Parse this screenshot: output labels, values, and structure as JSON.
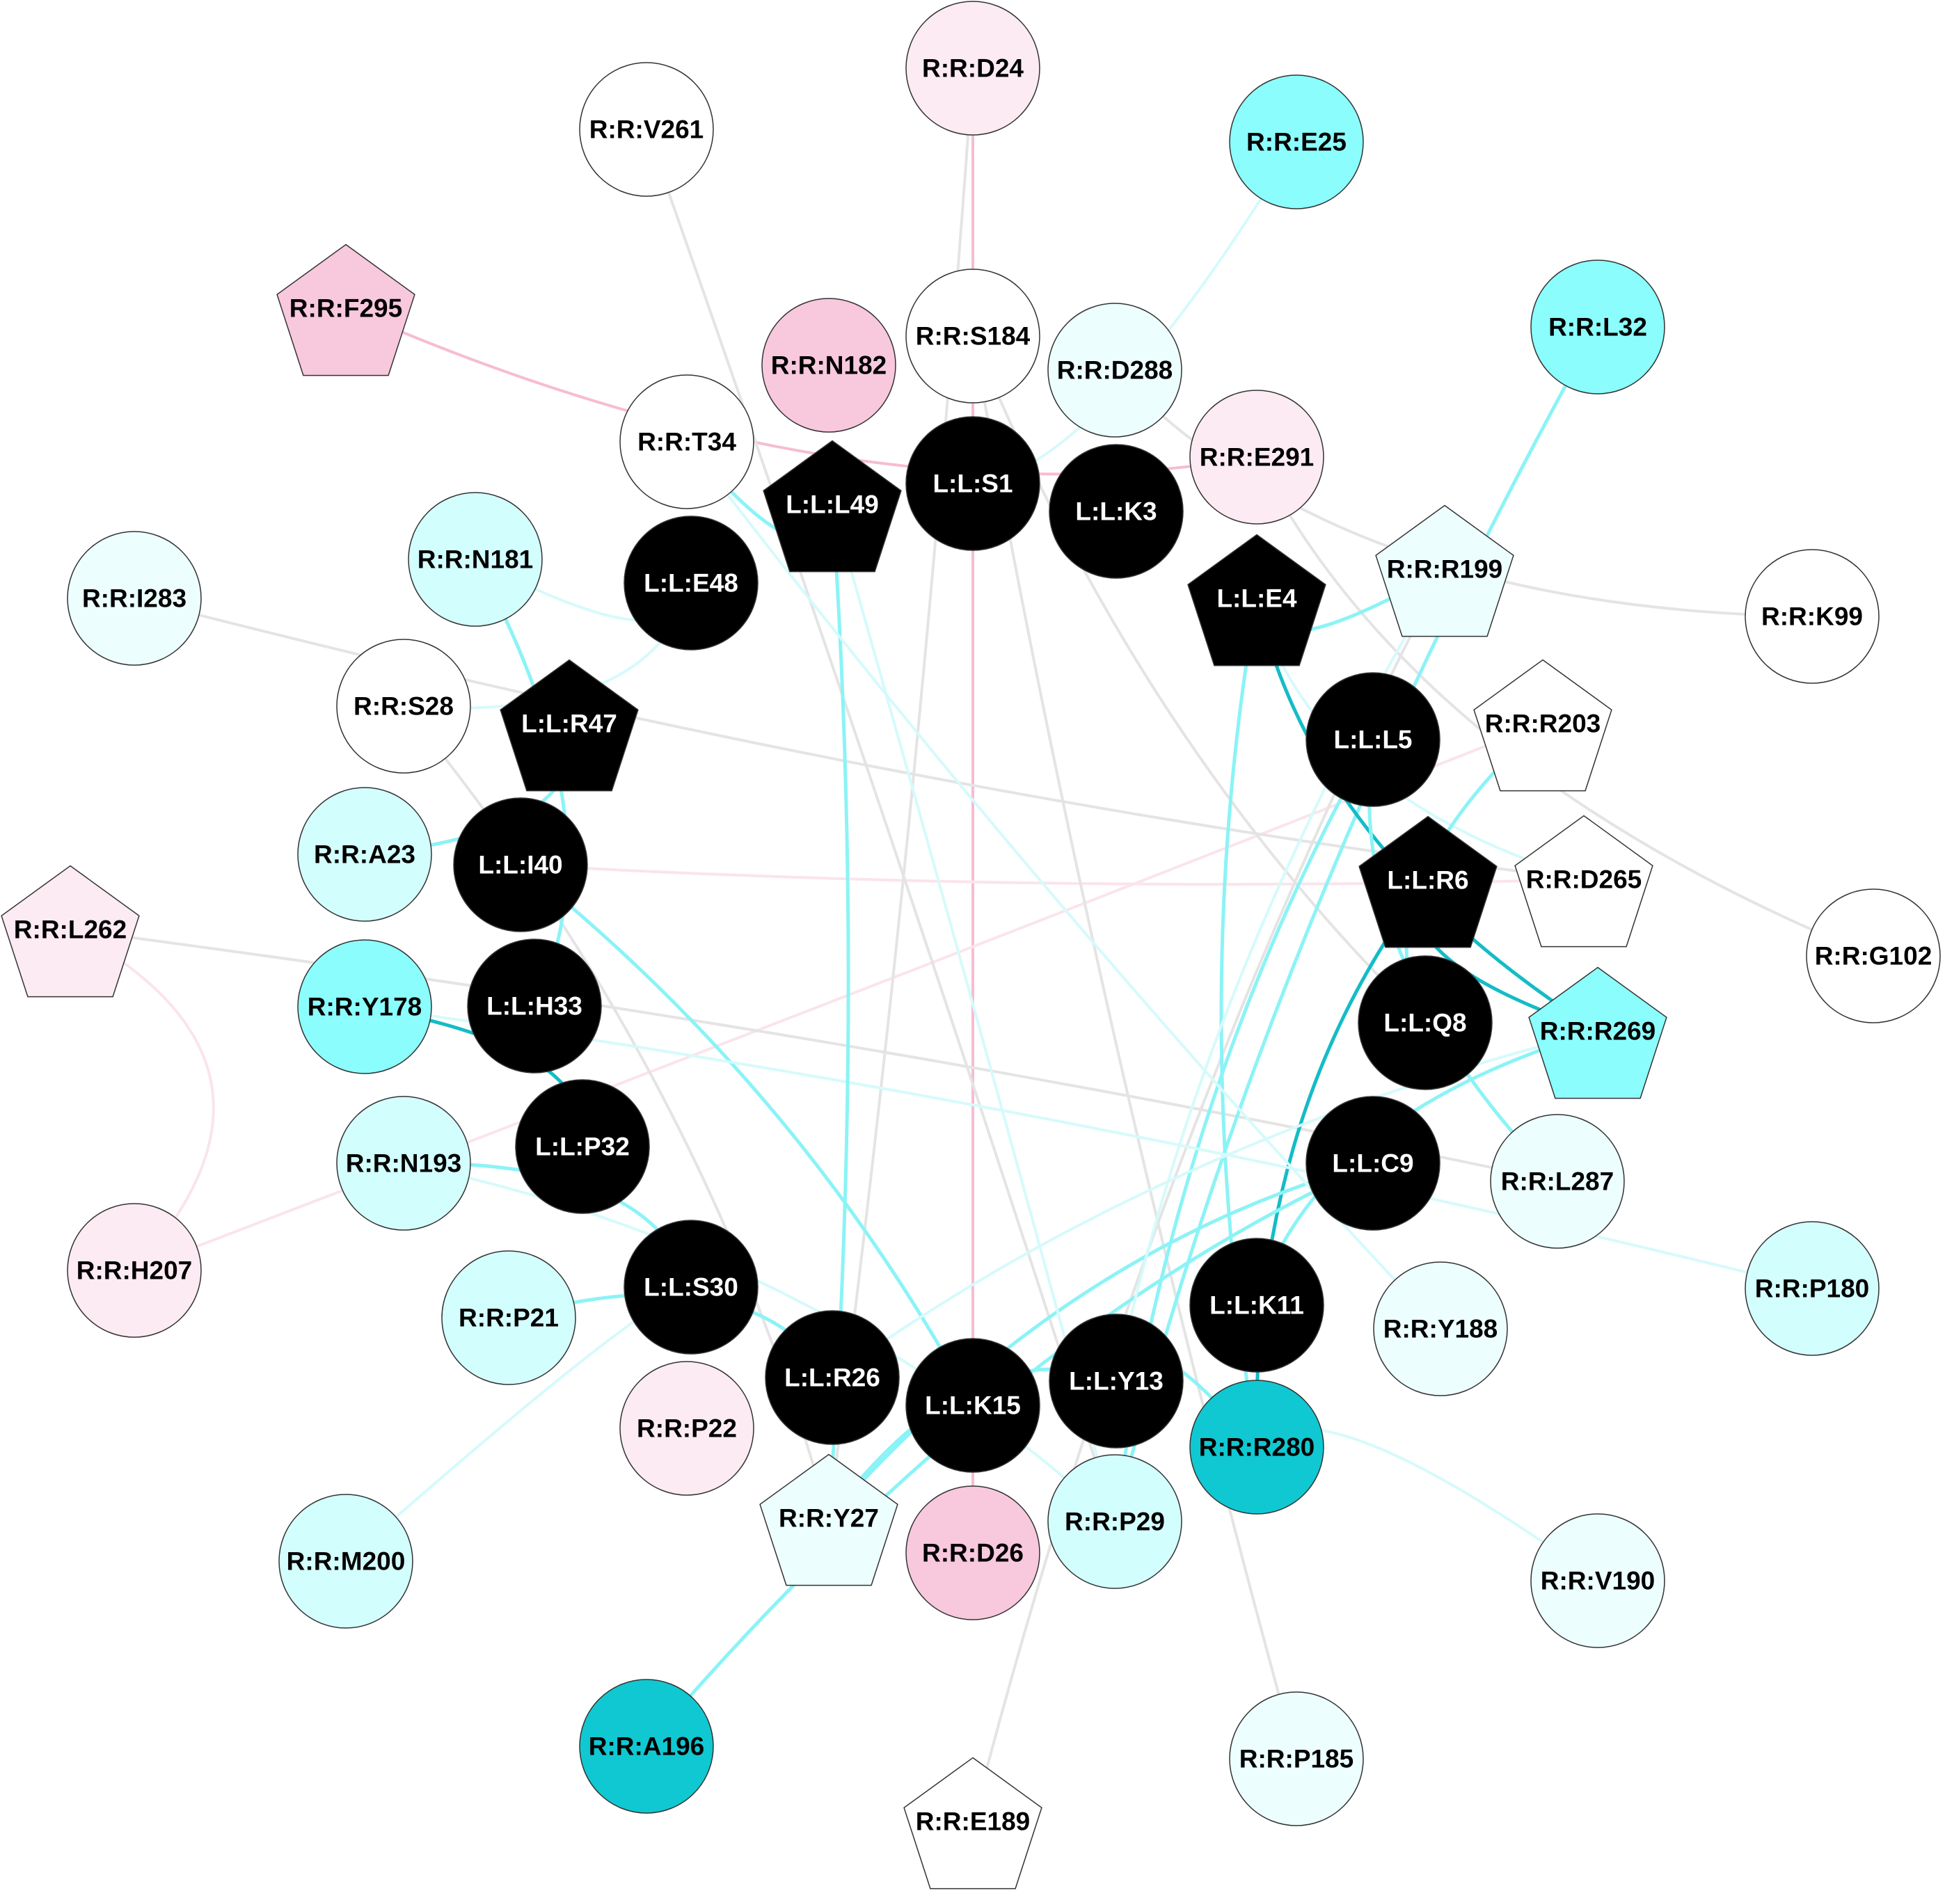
{
  "colors": {
    "black": "#000000",
    "white": "#ffffff",
    "cyan_strong": "#8bfdfd",
    "cyan_pale": "#d3fefe",
    "cyan_faint": "#ecfefe",
    "teal": "#10c8d2",
    "pink": "#f8c8dc",
    "pink_pale": "#fcebf2",
    "edge_gray": "#e4e4e4",
    "edge_cyan": "#8bf3f6",
    "edge_cyan_faint": "#d6fafb",
    "edge_teal": "#14bcc6",
    "edge_pink": "#f6bcd2",
    "edge_pink_faint": "#fbe4ec"
  },
  "nodes": [
    {
      "id": "L:L:S1",
      "label": "L:L:S1",
      "shape": "circle",
      "fill": "black",
      "text": "white"
    },
    {
      "id": "L:L:K3",
      "label": "L:L:K3",
      "shape": "circle",
      "fill": "black",
      "text": "white"
    },
    {
      "id": "L:L:E4",
      "label": "L:L:E4",
      "shape": "pentagon",
      "fill": "black",
      "text": "white"
    },
    {
      "id": "L:L:L5",
      "label": "L:L:L5",
      "shape": "circle",
      "fill": "black",
      "text": "white"
    },
    {
      "id": "L:L:R6",
      "label": "L:L:R6",
      "shape": "pentagon",
      "fill": "black",
      "text": "white"
    },
    {
      "id": "L:L:Q8",
      "label": "L:L:Q8",
      "shape": "circle",
      "fill": "black",
      "text": "white"
    },
    {
      "id": "L:L:C9",
      "label": "L:L:C9",
      "shape": "circle",
      "fill": "black",
      "text": "white"
    },
    {
      "id": "L:L:K11",
      "label": "L:L:K11",
      "shape": "circle",
      "fill": "black",
      "text": "white"
    },
    {
      "id": "L:L:Y13",
      "label": "L:L:Y13",
      "shape": "circle",
      "fill": "black",
      "text": "white"
    },
    {
      "id": "L:L:K15",
      "label": "L:L:K15",
      "shape": "circle",
      "fill": "black",
      "text": "white"
    },
    {
      "id": "L:L:R26",
      "label": "L:L:R26",
      "shape": "circle",
      "fill": "black",
      "text": "white"
    },
    {
      "id": "L:L:S30",
      "label": "L:L:S30",
      "shape": "circle",
      "fill": "black",
      "text": "white"
    },
    {
      "id": "L:L:P32",
      "label": "L:L:P32",
      "shape": "circle",
      "fill": "black",
      "text": "white"
    },
    {
      "id": "L:L:H33",
      "label": "L:L:H33",
      "shape": "circle",
      "fill": "black",
      "text": "white"
    },
    {
      "id": "L:L:I40",
      "label": "L:L:I40",
      "shape": "circle",
      "fill": "black",
      "text": "white"
    },
    {
      "id": "L:L:R47",
      "label": "L:L:R47",
      "shape": "pentagon",
      "fill": "black",
      "text": "white"
    },
    {
      "id": "L:L:E48",
      "label": "L:L:E48",
      "shape": "circle",
      "fill": "black",
      "text": "white"
    },
    {
      "id": "L:L:L49",
      "label": "L:L:L49",
      "shape": "pentagon",
      "fill": "black",
      "text": "white"
    },
    {
      "id": "R:R:D24",
      "label": "R:R:D24",
      "shape": "circle",
      "fill": "pink_pale",
      "text": "black"
    },
    {
      "id": "R:R:V261",
      "label": "R:R:V261",
      "shape": "circle",
      "fill": "white",
      "text": "black"
    },
    {
      "id": "R:R:E25",
      "label": "R:R:E25",
      "shape": "circle",
      "fill": "cyan_strong",
      "text": "black"
    },
    {
      "id": "R:R:F295",
      "label": "R:R:F295",
      "shape": "pentagon",
      "fill": "pink",
      "text": "black"
    },
    {
      "id": "R:R:L32",
      "label": "R:R:L32",
      "shape": "circle",
      "fill": "cyan_strong",
      "text": "black"
    },
    {
      "id": "R:R:N182",
      "label": "R:R:N182",
      "shape": "circle",
      "fill": "pink",
      "text": "black"
    },
    {
      "id": "R:R:S184",
      "label": "R:R:S184",
      "shape": "circle",
      "fill": "white",
      "text": "black"
    },
    {
      "id": "R:R:D288",
      "label": "R:R:D288",
      "shape": "circle",
      "fill": "cyan_faint",
      "text": "black"
    },
    {
      "id": "R:R:T34",
      "label": "R:R:T34",
      "shape": "circle",
      "fill": "white",
      "text": "black"
    },
    {
      "id": "R:R:E291",
      "label": "R:R:E291",
      "shape": "circle",
      "fill": "pink_pale",
      "text": "black"
    },
    {
      "id": "R:R:N181",
      "label": "R:R:N181",
      "shape": "circle",
      "fill": "cyan_pale",
      "text": "black"
    },
    {
      "id": "R:R:R199",
      "label": "R:R:R199",
      "shape": "pentagon",
      "fill": "cyan_faint",
      "text": "black"
    },
    {
      "id": "R:R:K99",
      "label": "R:R:K99",
      "shape": "circle",
      "fill": "white",
      "text": "black"
    },
    {
      "id": "R:R:I283",
      "label": "R:R:I283",
      "shape": "circle",
      "fill": "cyan_faint",
      "text": "black"
    },
    {
      "id": "R:R:S28",
      "label": "R:R:S28",
      "shape": "circle",
      "fill": "white",
      "text": "black"
    },
    {
      "id": "R:R:R203",
      "label": "R:R:R203",
      "shape": "pentagon",
      "fill": "white",
      "text": "black"
    },
    {
      "id": "R:R:A23",
      "label": "R:R:A23",
      "shape": "circle",
      "fill": "cyan_pale",
      "text": "black"
    },
    {
      "id": "R:R:D265",
      "label": "R:R:D265",
      "shape": "pentagon",
      "fill": "white",
      "text": "black"
    },
    {
      "id": "R:R:G102",
      "label": "R:R:G102",
      "shape": "circle",
      "fill": "white",
      "text": "black"
    },
    {
      "id": "R:R:L262",
      "label": "R:R:L262",
      "shape": "pentagon",
      "fill": "pink_pale",
      "text": "black"
    },
    {
      "id": "R:R:Y178",
      "label": "R:R:Y178",
      "shape": "circle",
      "fill": "cyan_strong",
      "text": "black"
    },
    {
      "id": "R:R:R269",
      "label": "R:R:R269",
      "shape": "pentagon",
      "fill": "cyan_strong",
      "text": "black"
    },
    {
      "id": "R:R:N193",
      "label": "R:R:N193",
      "shape": "circle",
      "fill": "cyan_pale",
      "text": "black"
    },
    {
      "id": "R:R:L287",
      "label": "R:R:L287",
      "shape": "circle",
      "fill": "cyan_faint",
      "text": "black"
    },
    {
      "id": "R:R:H207",
      "label": "R:R:H207",
      "shape": "circle",
      "fill": "pink_pale",
      "text": "black"
    },
    {
      "id": "R:R:P180",
      "label": "R:R:P180",
      "shape": "circle",
      "fill": "cyan_pale",
      "text": "black"
    },
    {
      "id": "R:R:P21",
      "label": "R:R:P21",
      "shape": "circle",
      "fill": "cyan_pale",
      "text": "black"
    },
    {
      "id": "R:R:Y188",
      "label": "R:R:Y188",
      "shape": "circle",
      "fill": "cyan_faint",
      "text": "black"
    },
    {
      "id": "R:R:P22",
      "label": "R:R:P22",
      "shape": "circle",
      "fill": "pink_pale",
      "text": "black"
    },
    {
      "id": "R:R:R280",
      "label": "R:R:R280",
      "shape": "circle",
      "fill": "teal",
      "text": "black"
    },
    {
      "id": "R:R:M200",
      "label": "R:R:M200",
      "shape": "circle",
      "fill": "cyan_pale",
      "text": "black"
    },
    {
      "id": "R:R:Y27",
      "label": "R:R:Y27",
      "shape": "pentagon",
      "fill": "cyan_faint",
      "text": "black"
    },
    {
      "id": "R:R:D26",
      "label": "R:R:D26",
      "shape": "circle",
      "fill": "pink",
      "text": "black"
    },
    {
      "id": "R:R:P29",
      "label": "R:R:P29",
      "shape": "circle",
      "fill": "cyan_pale",
      "text": "black"
    },
    {
      "id": "R:R:V190",
      "label": "R:R:V190",
      "shape": "circle",
      "fill": "cyan_faint",
      "text": "black"
    },
    {
      "id": "R:R:A196",
      "label": "R:R:A196",
      "shape": "circle",
      "fill": "teal",
      "text": "black"
    },
    {
      "id": "R:R:P185",
      "label": "R:R:P185",
      "shape": "circle",
      "fill": "cyan_faint",
      "text": "black"
    },
    {
      "id": "R:R:E189",
      "label": "R:R:E189",
      "shape": "pentagon",
      "fill": "white",
      "text": "black"
    }
  ],
  "edges": [
    {
      "source": "R:R:D24",
      "target": "R:R:D26",
      "color": "edge_pink"
    },
    {
      "source": "R:R:F295",
      "target": "R:R:E291",
      "color": "edge_pink"
    },
    {
      "source": "R:R:L262",
      "target": "R:R:H207",
      "color": "edge_pink_faint"
    },
    {
      "source": "R:R:H207",
      "target": "R:R:R203",
      "color": "edge_pink_faint"
    },
    {
      "source": "L:L:I40",
      "target": "R:R:D265",
      "color": "edge_pink_faint"
    },
    {
      "source": "R:R:D24",
      "target": "R:R:Y27",
      "color": "edge_gray"
    },
    {
      "source": "R:R:V261",
      "target": "R:R:P29",
      "color": "edge_gray"
    },
    {
      "source": "R:R:S184",
      "target": "R:R:P185",
      "color": "edge_gray"
    },
    {
      "source": "R:R:S184",
      "target": "L:L:Q8",
      "color": "edge_gray"
    },
    {
      "source": "R:R:I283",
      "target": "R:R:D265",
      "color": "edge_gray"
    },
    {
      "source": "R:R:L262",
      "target": "R:R:L287",
      "color": "edge_gray"
    },
    {
      "source": "R:R:D288",
      "target": "R:R:K99",
      "color": "edge_gray"
    },
    {
      "source": "R:R:E291",
      "target": "R:R:G102",
      "color": "edge_gray"
    },
    {
      "source": "R:R:S28",
      "target": "R:R:Y27",
      "color": "edge_gray"
    },
    {
      "source": "R:R:E189",
      "target": "R:R:R199",
      "color": "edge_gray"
    },
    {
      "source": "R:R:E25",
      "target": "L:L:S1",
      "color": "edge_cyan_faint"
    },
    {
      "source": "R:R:L32",
      "target": "R:R:P29",
      "color": "edge_cyan"
    },
    {
      "source": "L:L:E4",
      "target": "R:R:R199",
      "color": "edge_cyan"
    },
    {
      "source": "L:L:E4",
      "target": "R:R:R269",
      "color": "edge_teal"
    },
    {
      "source": "L:L:E4",
      "target": "R:R:R280",
      "color": "edge_cyan"
    },
    {
      "source": "L:L:E4",
      "target": "R:R:D265",
      "color": "edge_cyan_faint"
    },
    {
      "source": "L:L:L5",
      "target": "R:R:P29",
      "color": "edge_cyan"
    },
    {
      "source": "L:L:L5",
      "target": "R:R:L287",
      "color": "edge_cyan"
    },
    {
      "source": "L:L:R6",
      "target": "R:R:R269",
      "color": "edge_teal"
    },
    {
      "source": "L:L:R6",
      "target": "R:R:R280",
      "color": "edge_teal"
    },
    {
      "source": "L:L:Q8",
      "target": "R:R:R203",
      "color": "edge_cyan"
    },
    {
      "source": "L:L:C9",
      "target": "R:R:Y27",
      "color": "edge_cyan"
    },
    {
      "source": "L:L:C9",
      "target": "R:R:A196",
      "color": "edge_cyan"
    },
    {
      "source": "L:L:K11",
      "target": "R:R:R269",
      "color": "edge_cyan"
    },
    {
      "source": "L:L:Y13",
      "target": "R:R:R199",
      "color": "edge_cyan_faint"
    },
    {
      "source": "L:L:Y13",
      "target": "R:R:Y27",
      "color": "edge_cyan"
    },
    {
      "source": "L:L:K15",
      "target": "L:L:I40",
      "color": "edge_cyan"
    },
    {
      "source": "L:L:R26",
      "target": "R:R:R269",
      "color": "edge_cyan_faint"
    },
    {
      "source": "L:L:S30",
      "target": "R:R:N193",
      "color": "edge_cyan"
    },
    {
      "source": "L:L:P32",
      "target": "R:R:Y178",
      "color": "edge_teal"
    },
    {
      "source": "R:R:Y178",
      "target": "R:R:P180",
      "color": "edge_cyan_faint"
    },
    {
      "source": "R:R:N193",
      "target": "R:R:P29",
      "color": "edge_cyan_faint"
    },
    {
      "source": "L:L:H33",
      "target": "R:R:N181",
      "color": "edge_cyan"
    },
    {
      "source": "L:L:R47",
      "target": "R:R:A23",
      "color": "edge_cyan"
    },
    {
      "source": "L:L:E48",
      "target": "R:R:N181",
      "color": "edge_cyan_faint"
    },
    {
      "source": "L:L:E48",
      "target": "R:R:S28",
      "color": "edge_cyan_faint"
    },
    {
      "source": "L:L:L49",
      "target": "R:R:T34",
      "color": "edge_cyan"
    },
    {
      "source": "L:L:L49",
      "target": "R:R:Y27",
      "color": "edge_cyan"
    },
    {
      "source": "L:L:L49",
      "target": "R:R:P29",
      "color": "edge_cyan_faint"
    },
    {
      "source": "R:R:T34",
      "target": "R:R:Y188",
      "color": "edge_cyan_faint"
    },
    {
      "source": "R:R:P21",
      "target": "L:L:R26",
      "color": "edge_cyan"
    },
    {
      "source": "R:R:M200",
      "target": "L:L:S30",
      "color": "edge_cyan_faint"
    },
    {
      "source": "R:R:R280",
      "target": "R:R:V190",
      "color": "edge_cyan_faint"
    },
    {
      "source": "L:L:Y13",
      "target": "R:R:R280",
      "color": "edge_cyan"
    }
  ]
}
